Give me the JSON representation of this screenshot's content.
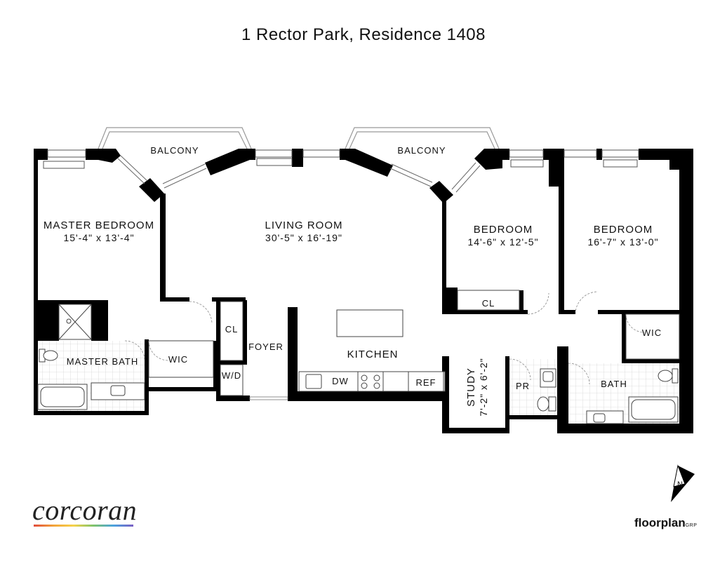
{
  "title": "1 Rector Park, Residence 1408",
  "rooms": {
    "master_bedroom": {
      "name": "MASTER BEDROOM",
      "dims": "15'-4\" x 13'-4\""
    },
    "living_room": {
      "name": "LIVING ROOM",
      "dims": "30'-5\" x 16'-19\""
    },
    "bedroom_2": {
      "name": "BEDROOM",
      "dims": "14'-6\" x 12'-5\""
    },
    "bedroom_3": {
      "name": "BEDROOM",
      "dims": "16'-7\" x 13'-0\""
    },
    "study": {
      "name": "STUDY",
      "dims": "7'-2\" x 6'-2\""
    },
    "balcony_left": "BALCONY",
    "balcony_right": "BALCONY",
    "master_bath": "MASTER BATH",
    "wic_master": "WIC",
    "wic_bedroom": "WIC",
    "cl_foyer": "CL",
    "cl_bedroom": "CL",
    "wd": "W/D",
    "foyer": "FOYER",
    "kitchen": "KITCHEN",
    "dw": "DW",
    "ref": "REF",
    "pr": "PR",
    "bath": "BATH"
  },
  "compass": {
    "label": "N",
    "icon": "north-arrow-icon"
  },
  "branding": {
    "corcoran": "corcoran",
    "floorplan": "floorplan",
    "floorplan_suffix": "GRP"
  }
}
